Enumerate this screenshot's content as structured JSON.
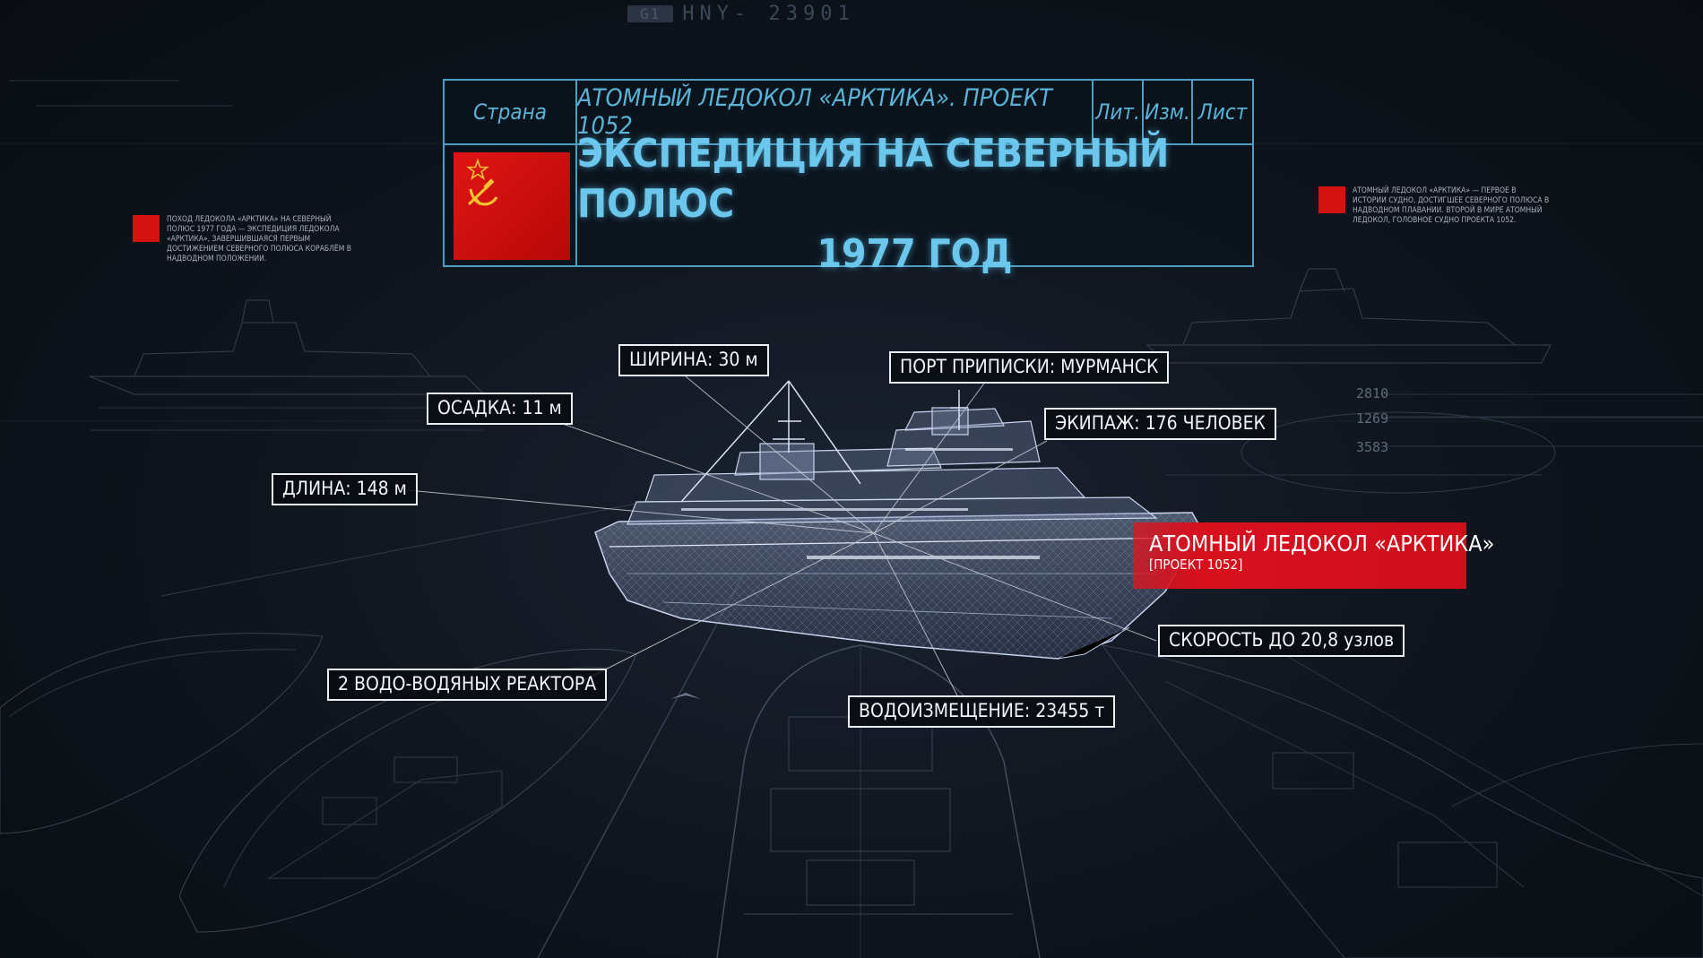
{
  "top_code": {
    "tag": "G1",
    "text": "HNY- 23901"
  },
  "title_block": {
    "country_label": "Страна",
    "drawing_name": "АТОМНЫЙ ЛЕДОКОЛ «АРКТИКА». ПРОЕКТ 1052",
    "lit_label": "Лит.",
    "izm_label": "Изм.",
    "list_label": "Лист",
    "headline_line1": "ЭКСПЕДИЦИЯ НА СЕВЕРНЫЙ ПОЛЮС",
    "headline_line2": "1977 ГОД"
  },
  "notes": {
    "left": "ПОХОД ЛЕДОКОЛА «АРКТИКА» НА СЕВЕРНЫЙ ПОЛЮС 1977 ГОДА — ЭКСПЕДИЦИЯ ЛЕДОКОЛА «АРКТИКА», ЗАВЕРШИВШАЯСЯ ПЕРВЫМ ДОСТИЖЕНИЕМ СЕВЕРНОГО ПОЛЮСА КОРАБЛЁМ В НАДВОДНОМ ПОЛОЖЕНИИ.",
    "right": "АТОМНЫЙ ЛЕДОКОЛ «АРКТИКА» — ПЕРВОЕ В ИСТОРИИ СУДНО, ДОСТИГШЕЕ СЕВЕРНОГО ПОЛЮСА В НАДВОДНОМ ПЛАВАНИИ. ВТОРОЙ В МИРЕ АТОМНЫЙ ЛЕДОКОЛ, ГОЛОВНОЕ СУДНО ПРОЕКТА 1052."
  },
  "dimensions": [
    "2810",
    "1269",
    "3583"
  ],
  "callouts": {
    "width": "ШИРИНА: 30 м",
    "port": "ПОРТ ПРИПИСКИ: МУРМАНСК",
    "draft": "ОСАДКА: 11 м",
    "crew": "ЭКИПАЖ: 176 ЧЕЛОВЕК",
    "length": "ДЛИНА: 148 м",
    "speed": "СКОРОСТЬ ДО 20,8 узлов",
    "reactors": "2 ВОДО-ВОДЯНЫХ РЕАКТОРА",
    "displacement": "ВОДОИЗМЕЩЕНИЕ: 23455 т"
  },
  "ship_label": {
    "title": "АТОМНЫЙ ЛЕДОКОЛ «АРКТИКА»",
    "subtitle": "[ПРОЕКТ 1052]"
  },
  "colors": {
    "accent_blue": "#5ab3d6",
    "flag_red": "#d51212",
    "label_red": "#d8101e"
  }
}
